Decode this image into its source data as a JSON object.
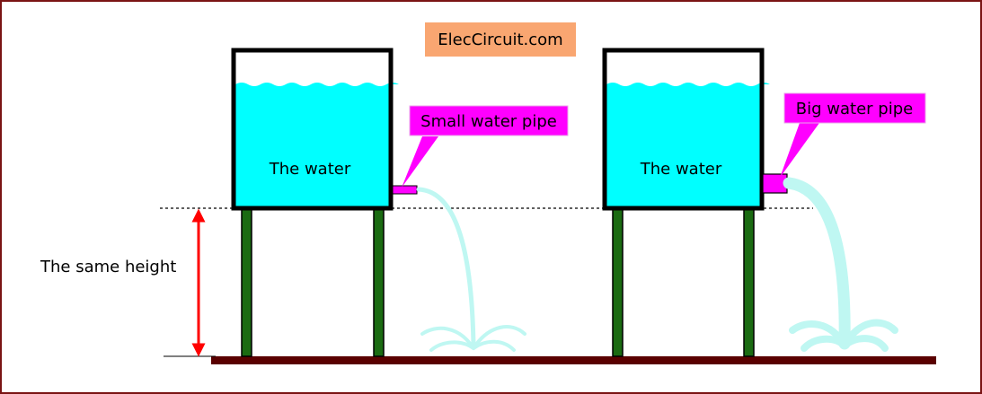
{
  "brand": {
    "text": "ElecCircuit.com",
    "bg_color": "#f9a671"
  },
  "tank_left": {
    "label": "The water",
    "pipe_label": "Small water pipe"
  },
  "tank_right": {
    "label": "The water",
    "pipe_label": "Big water pipe"
  },
  "height_label": "The same height",
  "colors": {
    "border": "#7a1414",
    "water": "#00ffff",
    "tank_outline": "#000000",
    "legs": "#1b6b12",
    "ground": "#5a0000",
    "pipe": "#ff00ff",
    "callout": "#ff00ff",
    "spray": "#bff7f2",
    "arrow": "#ff0000"
  }
}
